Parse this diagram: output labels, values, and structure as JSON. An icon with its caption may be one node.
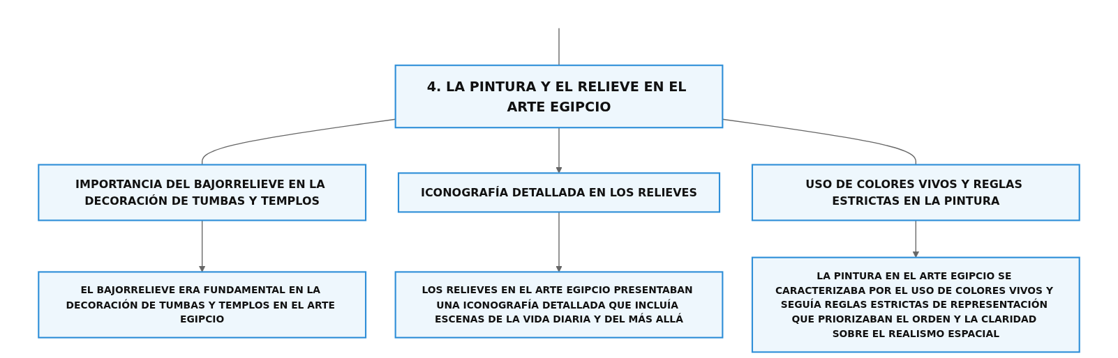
{
  "diagram": {
    "nodes": [
      {
        "text": [
          "4. LA PINTURA Y EL RELIEVE EN EL ARTE EGIPCIO"
        ]
      },
      {
        "text": [
          "IMPORTANCIA DEL BAJORRELIEVE EN LA DECORACIÓN DE TUMBAS Y TEMPLOS"
        ]
      },
      {
        "text": [
          "ICONOGRAFÍA DETALLADA EN LOS RELIEVES"
        ]
      },
      {
        "text": [
          "USO DE COLORES VIVOS Y REGLAS ESTRICTAS EN LA PINTURA"
        ]
      },
      {
        "text": [
          "EL BAJORRELIEVE ERA FUNDAMENTAL EN LA DECORACIÓN DE TUMBAS Y TEMPLOS EN EL ARTE EGIPCIO"
        ]
      },
      {
        "text": [
          "LOS RELIEVES EN EL ARTE EGIPCIO PRESENTABAN UNA ICONOGRAFÍA DETALLADA QUE INCLUÍA ESCENAS DE LA VIDA DIARIA Y DEL MÁS ALLÁ"
        ]
      },
      {
        "text": [
          "LA PINTURA EN EL ARTE EGIPCIO SE CARACTERIZABA POR EL USO DE COLORES VIVOS Y SEGUÍA REGLAS ESTRICTAS DE REPRESENTACIÓN QUE PRIORIZABAN EL ORDEN Y LA CLARIDAD SOBRE EL REALISMO ESPACIAL"
        ]
      }
    ],
    "edges": [
      {
        "from": null,
        "to": 0,
        "arrow": "none"
      },
      {
        "from": 0,
        "to": 1,
        "arrow": "none"
      },
      {
        "from": 0,
        "to": 2,
        "arrow": "to"
      },
      {
        "from": 0,
        "to": 3,
        "arrow": "none"
      },
      {
        "from": 1,
        "to": 4,
        "arrow": "to"
      },
      {
        "from": 2,
        "to": 5,
        "arrow": "to"
      },
      {
        "from": 3,
        "to": 6,
        "arrow": "to"
      }
    ]
  }
}
